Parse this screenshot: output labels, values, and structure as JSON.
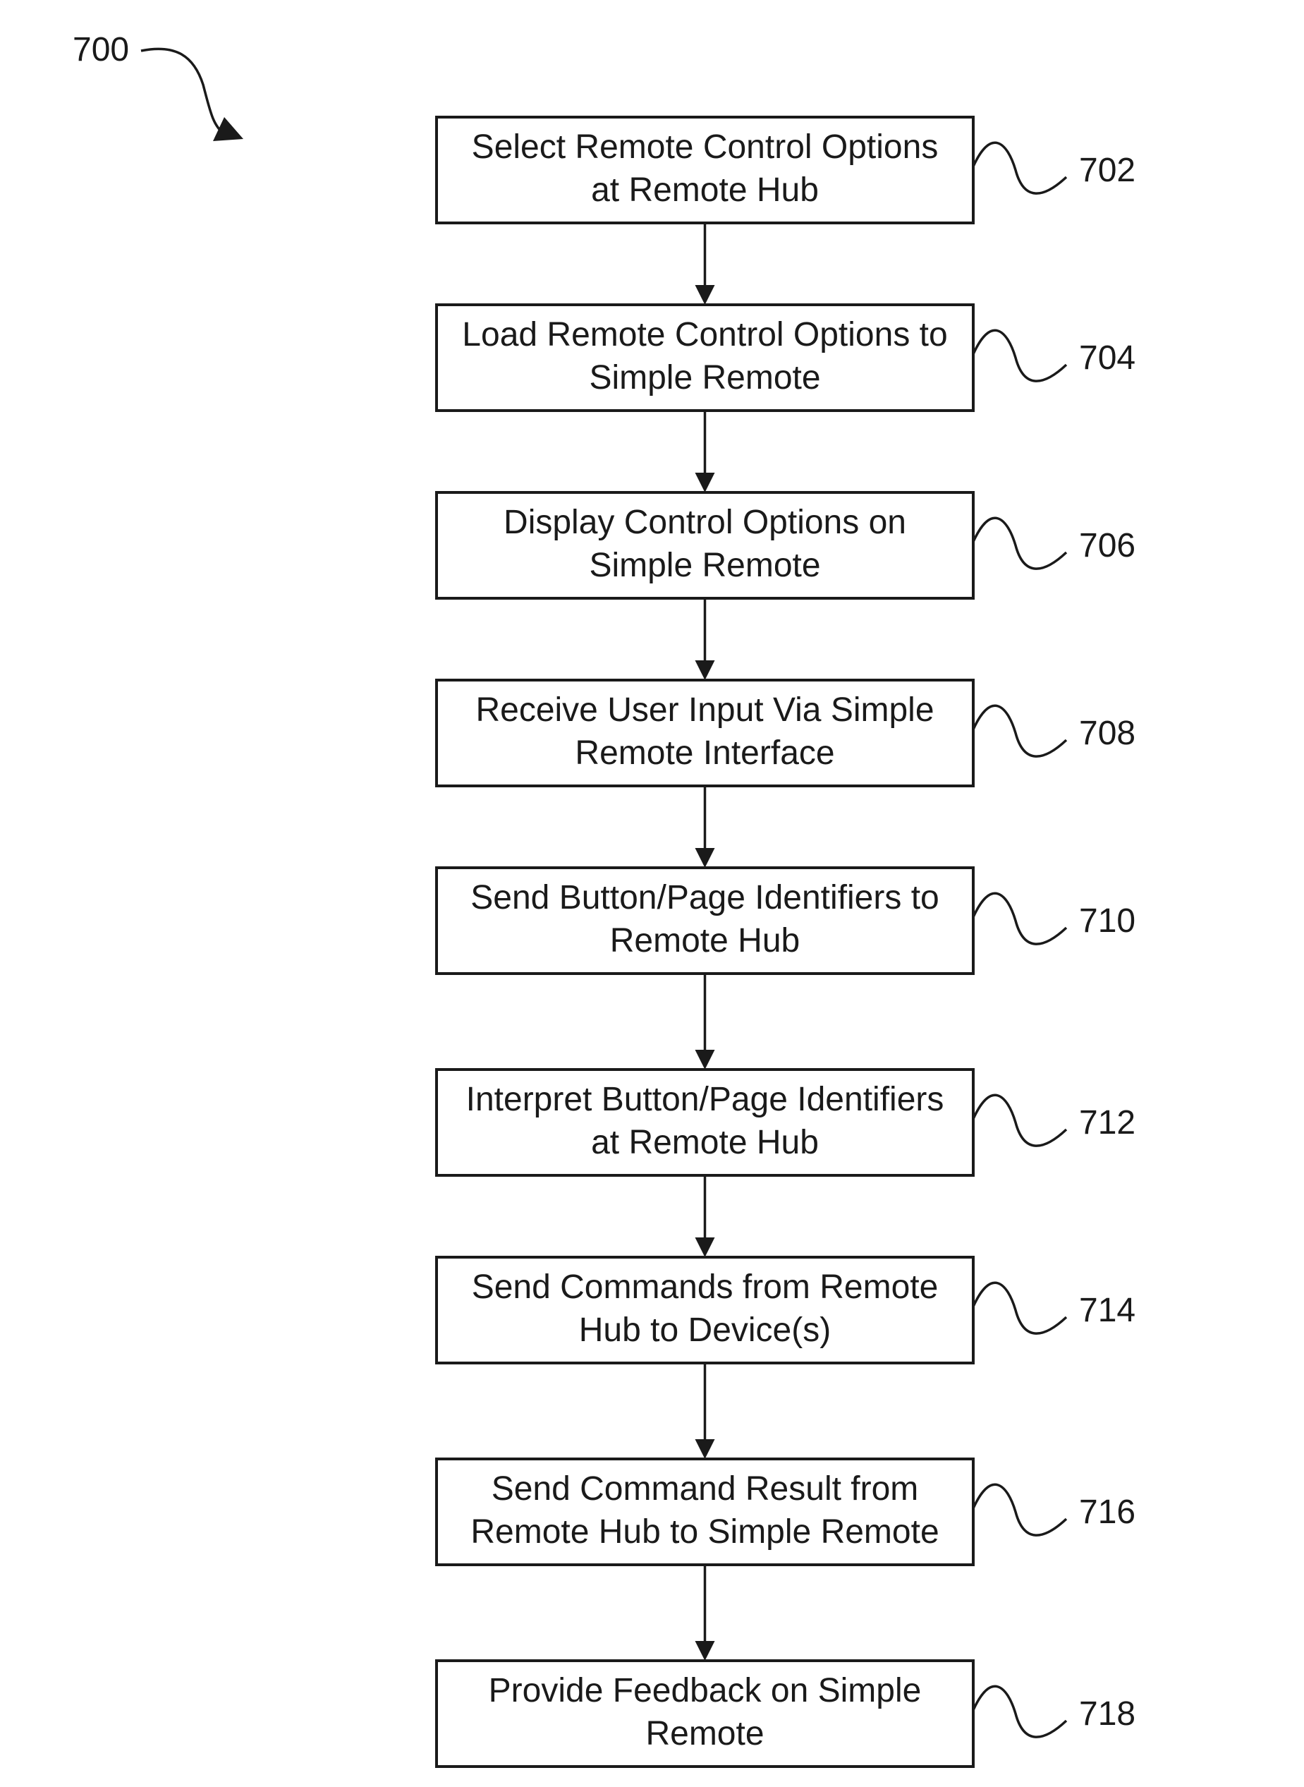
{
  "figure": {
    "ref_label": "700"
  },
  "steps": [
    {
      "ref": "702",
      "lines": [
        "Select Remote Control Options",
        "at Remote Hub"
      ]
    },
    {
      "ref": "704",
      "lines": [
        "Load Remote Control Options to",
        "Simple Remote"
      ]
    },
    {
      "ref": "706",
      "lines": [
        "Display Control Options on",
        "Simple Remote"
      ]
    },
    {
      "ref": "708",
      "lines": [
        "Receive User Input Via Simple",
        "Remote Interface"
      ]
    },
    {
      "ref": "710",
      "lines": [
        "Send Button/Page Identifiers to",
        "Remote Hub"
      ]
    },
    {
      "ref": "712",
      "lines": [
        "Interpret Button/Page Identifiers",
        "at Remote Hub"
      ]
    },
    {
      "ref": "714",
      "lines": [
        "Send Commands from Remote",
        "Hub to Device(s)"
      ]
    },
    {
      "ref": "716",
      "lines": [
        "Send Command Result from",
        "Remote Hub to Simple Remote"
      ]
    },
    {
      "ref": "718",
      "lines": [
        "Provide Feedback on Simple",
        "Remote"
      ]
    }
  ]
}
